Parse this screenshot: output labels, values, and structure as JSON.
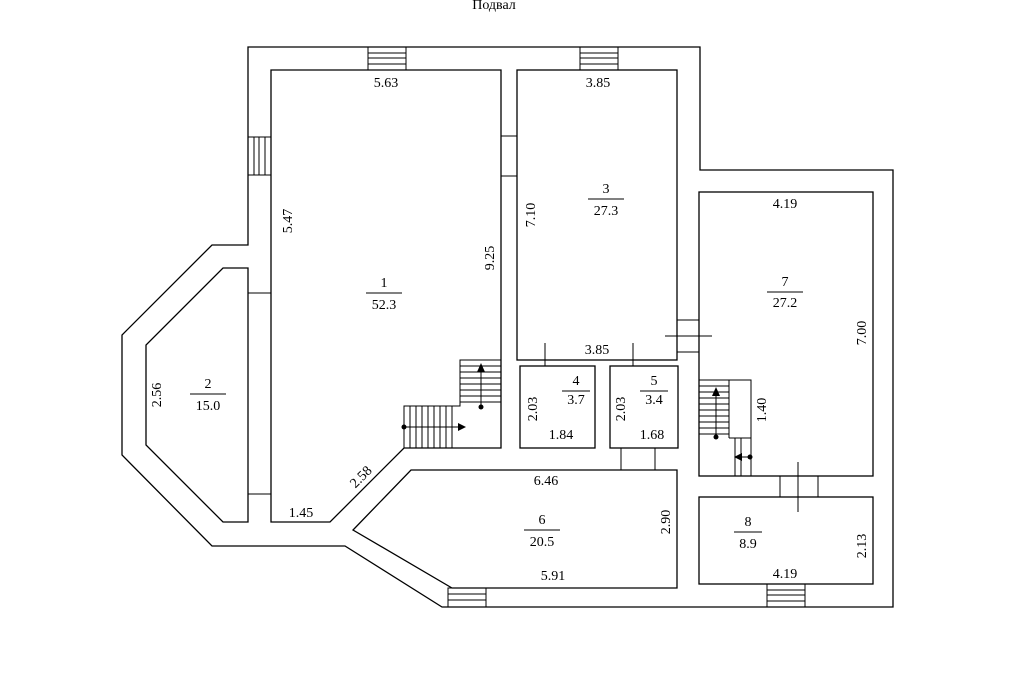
{
  "title": "Подвал",
  "rooms": [
    {
      "id": "1",
      "number": "1",
      "area": "52.3"
    },
    {
      "id": "2",
      "number": "2",
      "area": "15.0"
    },
    {
      "id": "3",
      "number": "3",
      "area": "27.3"
    },
    {
      "id": "4",
      "number": "4",
      "area": "3.7"
    },
    {
      "id": "5",
      "number": "5",
      "area": "3.4"
    },
    {
      "id": "6",
      "number": "6",
      "area": "20.5"
    },
    {
      "id": "7",
      "number": "7",
      "area": "27.2"
    },
    {
      "id": "8",
      "number": "8",
      "area": "8.9"
    }
  ],
  "dimensions": [
    {
      "id": "r1-top",
      "value": "5.63"
    },
    {
      "id": "r1-left",
      "value": "5.47"
    },
    {
      "id": "r1-right",
      "value": "9.25"
    },
    {
      "id": "r1-bottom",
      "value": "1.45"
    },
    {
      "id": "r1-diag",
      "value": "2.58"
    },
    {
      "id": "r2-side",
      "value": "2.56"
    },
    {
      "id": "r3-top",
      "value": "3.85"
    },
    {
      "id": "r3-left",
      "value": "7.10"
    },
    {
      "id": "r3-bottom",
      "value": "3.85"
    },
    {
      "id": "r4-side",
      "value": "2.03"
    },
    {
      "id": "r4-bottom",
      "value": "1.84"
    },
    {
      "id": "r5-side",
      "value": "2.03"
    },
    {
      "id": "r5-bottom",
      "value": "1.68"
    },
    {
      "id": "r6-top",
      "value": "6.46"
    },
    {
      "id": "r6-right",
      "value": "2.90"
    },
    {
      "id": "r6-bottom",
      "value": "5.91"
    },
    {
      "id": "r7-top",
      "value": "4.19"
    },
    {
      "id": "r7-right",
      "value": "7.00"
    },
    {
      "id": "r7-stair",
      "value": "1.40"
    },
    {
      "id": "r8-right",
      "value": "2.13"
    },
    {
      "id": "r8-bottom",
      "value": "4.19"
    }
  ]
}
